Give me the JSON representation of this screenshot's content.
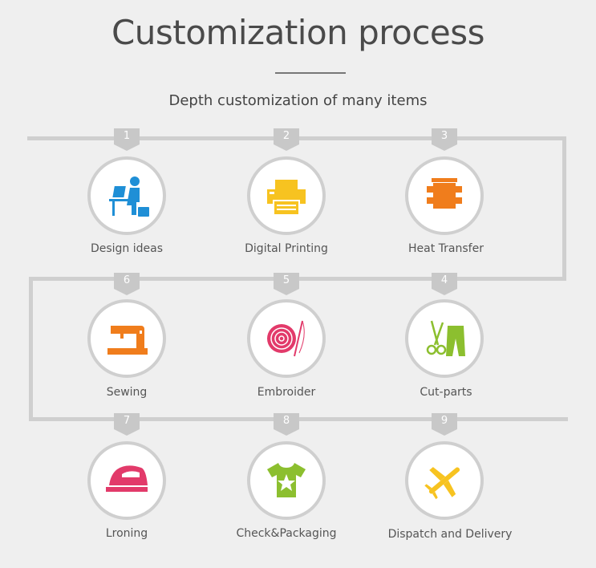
{
  "header": {
    "title": "Customization process",
    "subtitle": "Depth customization of many items"
  },
  "steps": [
    {
      "number": "1",
      "label": "Design ideas",
      "icon": "person-at-desk-icon"
    },
    {
      "number": "2",
      "label": "Digital Printing",
      "icon": "printer-icon"
    },
    {
      "number": "3",
      "label": "Heat Transfer",
      "icon": "heat-press-icon"
    },
    {
      "number": "4",
      "label": "Cut-parts",
      "icon": "scissors-pants-icon"
    },
    {
      "number": "5",
      "label": "Embroider",
      "icon": "thread-ball-needle-icon"
    },
    {
      "number": "6",
      "label": "Sewing",
      "icon": "sewing-machine-icon"
    },
    {
      "number": "7",
      "label": "Lroning",
      "icon": "iron-icon"
    },
    {
      "number": "8",
      "label": "Check&Packaging",
      "icon": "tshirt-star-icon"
    },
    {
      "number": "9",
      "label": "Dispatch and Delivery",
      "icon": "airplane-icon"
    }
  ],
  "colors": {
    "background": "#efefef",
    "path": "#cfcfcf",
    "badge": "#c8c8c8",
    "design": "#1f8fd6",
    "printer": "#f7c320",
    "heat": "#f07d1c",
    "cut": "#8cbf2f",
    "embroider": "#e23a6a",
    "sewing": "#f07d1c",
    "iron": "#e23a6a",
    "tshirt": "#8cbf2f",
    "plane": "#f7c320"
  }
}
